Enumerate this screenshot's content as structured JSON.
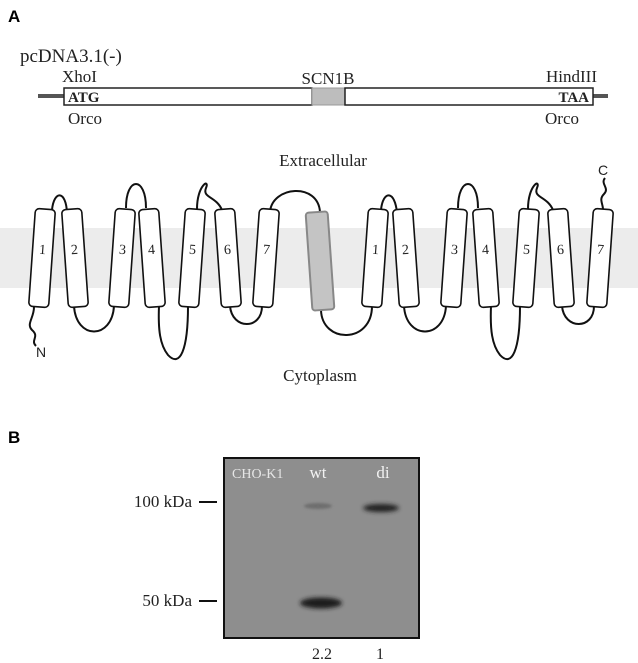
{
  "panel_a": {
    "letter": "A",
    "plasmid": "pcDNA3.1(-)",
    "site_left": "XhoI",
    "site_right": "HindIII",
    "start_codon": "ATG",
    "stop_codon": "TAA",
    "gene_left": "Orco",
    "gene_right": "Orco",
    "linker": "SCN1B",
    "extracellular": "Extracellular",
    "cytoplasm": "Cytoplasm",
    "n_term": "N",
    "c_term": "C",
    "helices_left": [
      "1",
      "2",
      "3",
      "4",
      "5",
      "6",
      "7"
    ],
    "helices_right": [
      "1",
      "2",
      "3",
      "4",
      "5",
      "6",
      "7"
    ],
    "colors": {
      "membrane": "#ececec",
      "linker_fill": "#c4c4c4",
      "linker_stroke": "#888888"
    }
  },
  "panel_b": {
    "letter": "B",
    "lanes": [
      "CHO-K1",
      "wt",
      "di"
    ],
    "markers": [
      "100 kDa",
      "50 kDa"
    ],
    "ratios": [
      "2.2",
      "1"
    ],
    "colors": {
      "blot": "#8e8e8e"
    }
  }
}
